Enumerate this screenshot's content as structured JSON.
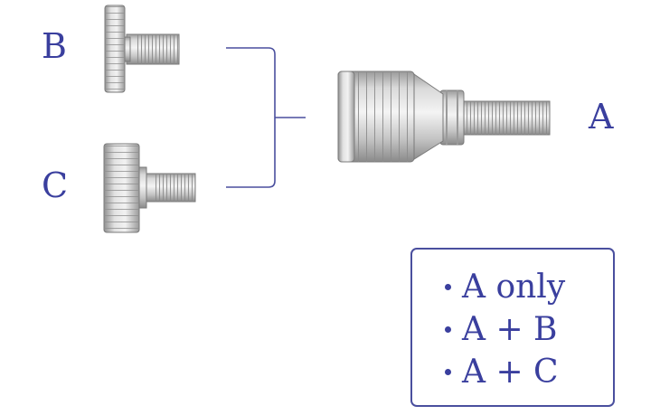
{
  "labels": {
    "a": "A",
    "b": "B",
    "c": "C"
  },
  "options": [
    "A only",
    "A + B",
    "A + C"
  ],
  "colors": {
    "label": "#3a3f9e",
    "connector": "#4a4f9e",
    "box_border": "#4a4f9e",
    "metal_light": "#ececec",
    "metal_mid": "#c9c9c9",
    "metal_dark": "#8c8c8c"
  }
}
